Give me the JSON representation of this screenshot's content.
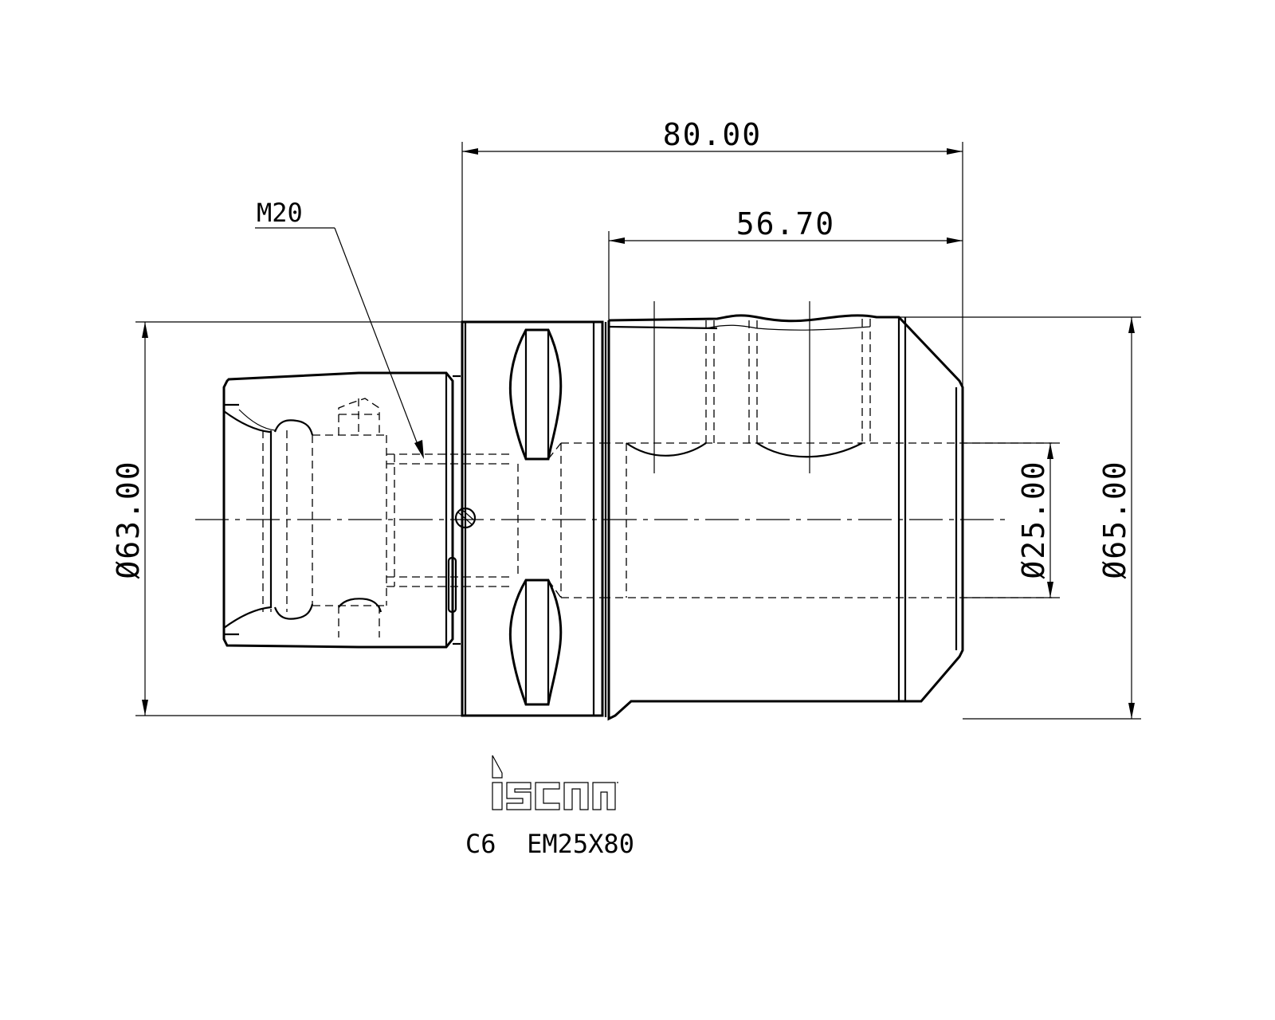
{
  "dimensions": {
    "overall_length": "80.00",
    "front_length": "56.70",
    "shank_diameter": "Ø63.00",
    "bore_diameter": "Ø25.00",
    "outer_diameter": "Ø65.00"
  },
  "callout": {
    "thread": "M20"
  },
  "brand": {
    "logo_text": "iscar"
  },
  "part": {
    "designation": "C6  EM25X80"
  }
}
